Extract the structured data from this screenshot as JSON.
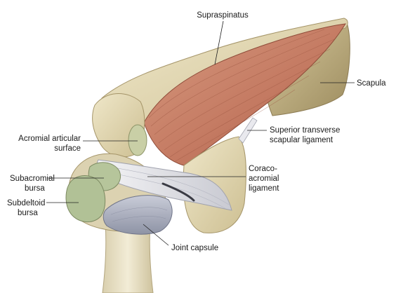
{
  "labels": {
    "supraspinatus": "Supraspinatus",
    "scapula": "Scapula",
    "acromial_line1": "Acromial articular",
    "acromial_line2": "surface",
    "superior_line1": "Superior transverse",
    "superior_line2": "scapular ligament",
    "subacromial_line1": "Subacromial",
    "subacromial_line2": "bursa",
    "coraco_line1": "Coraco-",
    "coraco_line2": "acromial",
    "coraco_line3": "ligament",
    "subdeltoid_line1": "Subdeltoid",
    "subdeltoid_line2": "bursa",
    "joint_capsule": "Joint capsule"
  },
  "colors": {
    "muscle": "#c9826a",
    "muscle_dark": "#a65f4b",
    "bone": "#e6dcb8",
    "bone_dark": "#b9a97b",
    "bursa": "#b5c49a",
    "ligament": "#e4e4e8",
    "capsule": "#aeb2c0"
  }
}
